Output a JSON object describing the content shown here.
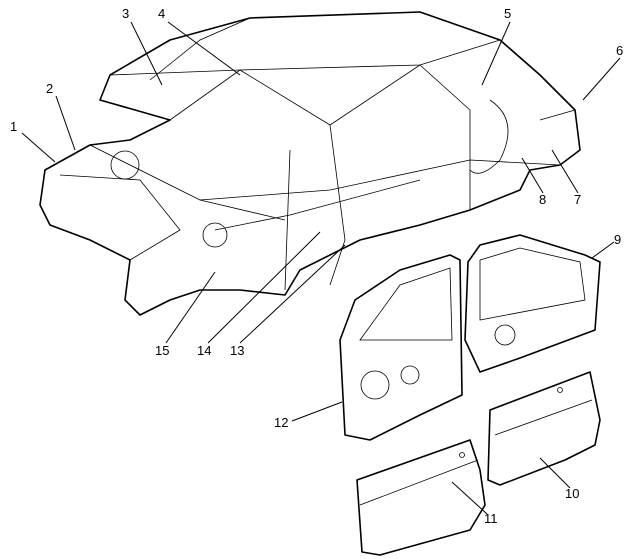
{
  "diagram": {
    "title": "Body structure exploded view",
    "callouts": [
      "1",
      "2",
      "3",
      "4",
      "5",
      "6",
      "7",
      "8",
      "9",
      "10",
      "11",
      "12",
      "13",
      "14",
      "15"
    ]
  }
}
